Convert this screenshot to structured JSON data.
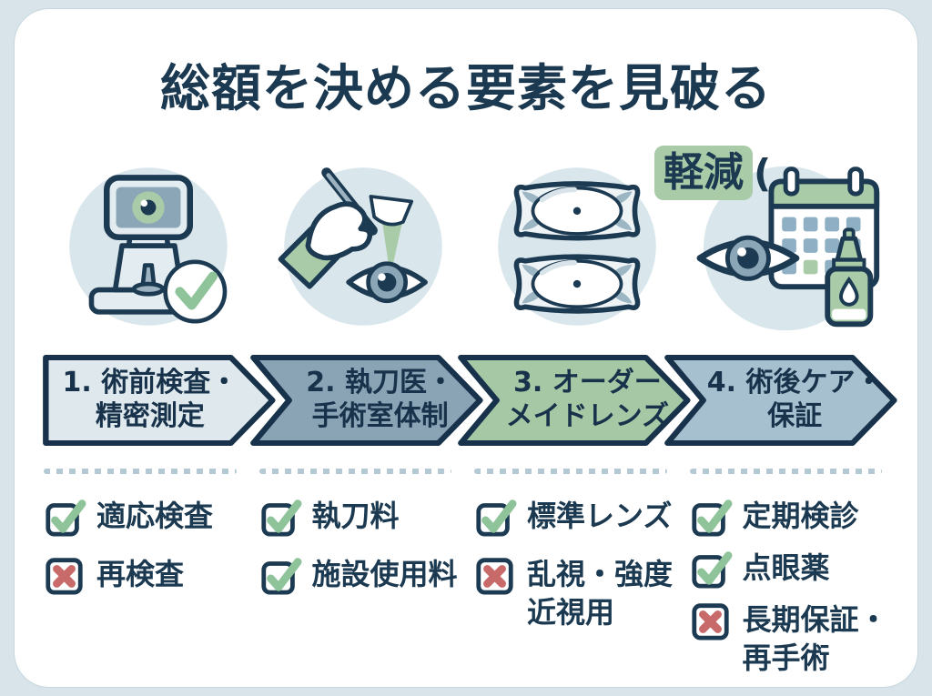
{
  "title": "総額を決める要素を見破る",
  "reduction_badge": {
    "label": "軽減",
    "suffix": "("
  },
  "icons": [
    {
      "name": "pre-surgery-exam-machine-icon"
    },
    {
      "name": "surgeon-hand-scalpel-eye-icon"
    },
    {
      "name": "custom-icl-lenses-icon"
    },
    {
      "name": "aftercare-calendar-eyedrops-icon"
    }
  ],
  "steps": [
    {
      "line1": "1. 術前検査・",
      "line2": "精密測定",
      "fill": "#dfe9ed"
    },
    {
      "line1": "2. 執刀医・",
      "line2": "手術室体制",
      "fill": "#8aa4b6"
    },
    {
      "line1": "3. オーダー",
      "line2": "メイドレンズ",
      "fill": "#a6c8a4"
    },
    {
      "line1": "4. 術後ケア・",
      "line2": "保証",
      "fill": "#a6c0cf"
    }
  ],
  "checklists": [
    {
      "items": [
        {
          "state": "check",
          "label": "適応検査"
        },
        {
          "state": "cross",
          "label": "再検査"
        }
      ]
    },
    {
      "items": [
        {
          "state": "check",
          "label": "執刀料"
        },
        {
          "state": "check",
          "label": "施設使用料"
        }
      ]
    },
    {
      "items": [
        {
          "state": "check",
          "label": "標準レンズ"
        },
        {
          "state": "cross",
          "label": "乱視・強度\n近視用"
        }
      ]
    },
    {
      "items": [
        {
          "state": "check",
          "label": "定期検診"
        },
        {
          "state": "check",
          "label": "点眼薬"
        },
        {
          "state": "cross",
          "label": "長期保証・\n再手術"
        }
      ]
    }
  ],
  "colors": {
    "page_background": "#d8e4ea",
    "card_background": "#ffffff",
    "navy_text": "#1b3950",
    "outline_navy": "#1c3a52",
    "circle_background": "#d9e6ec",
    "accent_green": "#a9cba7",
    "check_green": "#8fc49a",
    "cross_red": "#c96a6a",
    "slate_blue": "#8ba6b6"
  }
}
